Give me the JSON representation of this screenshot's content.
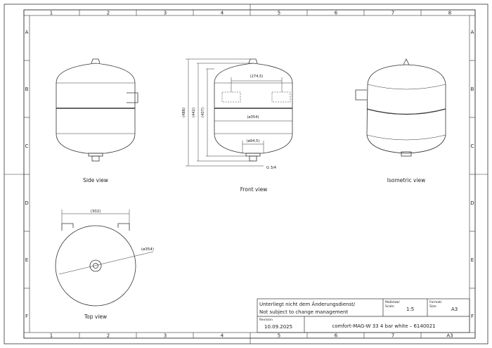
{
  "grid": {
    "columns": [
      "1",
      "2",
      "3",
      "4",
      "5",
      "6",
      "7",
      "8"
    ],
    "rows": [
      "A",
      "B",
      "C",
      "D",
      "E",
      "F"
    ]
  },
  "views": {
    "side": "Side view",
    "front": "Front view",
    "iso": "Isometric view",
    "top": "Top view"
  },
  "dimensions": {
    "width_inner": "(274,5)",
    "diameter": "(ø354)",
    "bottom_dia": "(ø94,5)",
    "thread": "G 3/4",
    "h1": "(488)",
    "h2": "(442)",
    "h3": "(407)",
    "top_width": "(302)",
    "top_dia": "(ø354)"
  },
  "title_block": {
    "note_de": "Unterliegt nicht dem Änderungsdienst/",
    "note_en": "Not subject to change management",
    "scale_label": "Maßstab/ Scale:",
    "scale_label_1": "Maßstab/",
    "scale_label_2": "Scale:",
    "scale_value": "1:5",
    "format_label_1": "Format/",
    "format_label_2": "Size:",
    "format_value": "A3",
    "revision_label": "Revision",
    "revision_value": "10.09.2025",
    "title": "comfort-MAG-W 33 4 bar white – 6140021",
    "sheet_format": "A3"
  }
}
